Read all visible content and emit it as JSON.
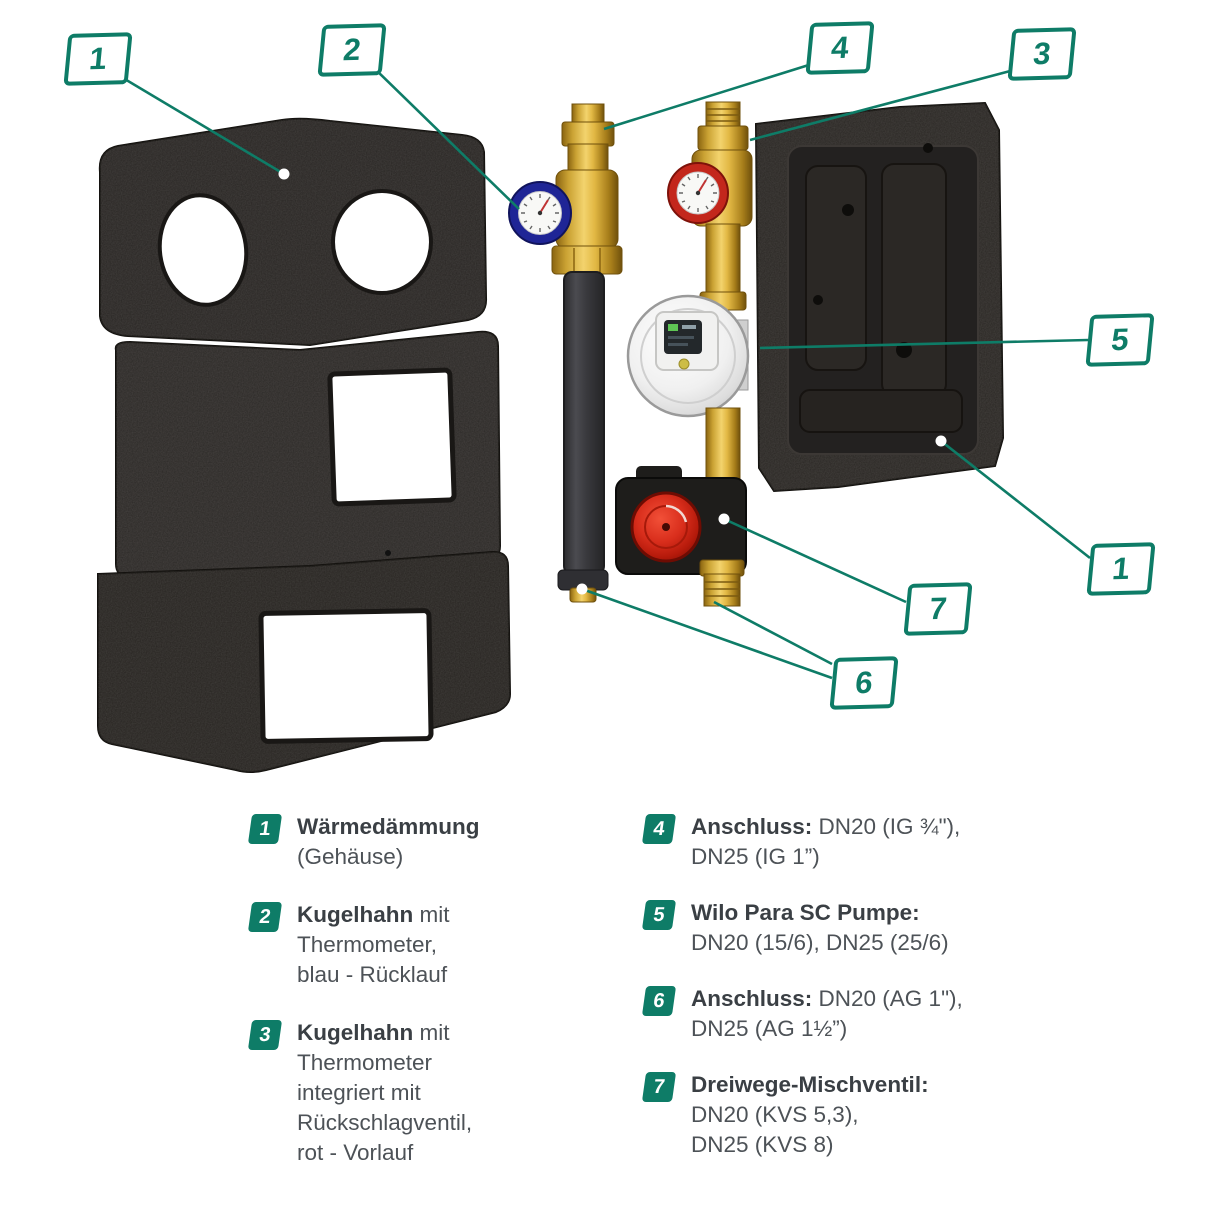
{
  "colors": {
    "accent": "#0e7c67",
    "foam": "#282523",
    "brass": "#d9ab35",
    "thermometer_blue_ring": "#1f2596",
    "thermometer_red_ring": "#c3271c",
    "valve_knob_red": "#d92e1c",
    "pump_body": "#ededec",
    "background": "#ffffff"
  },
  "callouts": [
    {
      "label": "1"
    },
    {
      "label": "2"
    },
    {
      "label": "4"
    },
    {
      "label": "3"
    },
    {
      "label": "5"
    },
    {
      "label": "1"
    },
    {
      "label": "7"
    },
    {
      "label": "6"
    }
  ],
  "legend": {
    "left": [
      {
        "num": "1",
        "bold": "Wärmedämmung",
        "text": "\n(Gehäuse)"
      },
      {
        "num": "2",
        "bold": "Kugelhahn",
        "text": " mit\nThermometer,\nblau - Rücklauf"
      },
      {
        "num": "3",
        "bold": "Kugelhahn",
        "text": " mit\nThermometer\nintegriert mit\nRückschlagventil,\nrot - Vorlauf"
      }
    ],
    "right": [
      {
        "num": "4",
        "bold": "Anschluss:",
        "text": " DN20 (IG ¾\"),\nDN25 (IG 1”)"
      },
      {
        "num": "5",
        "bold": "Wilo Para SC Pumpe:",
        "text": "\nDN20 (15/6), DN25 (25/6)"
      },
      {
        "num": "6",
        "bold": "Anschluss:",
        "text": " DN20 (AG 1\"),\nDN25 (AG 1½”)"
      },
      {
        "num": "7",
        "bold": "Dreiwege-Mischventil:",
        "text": "\nDN20 (KVS 5,3),\nDN25 (KVS 8)"
      }
    ]
  }
}
